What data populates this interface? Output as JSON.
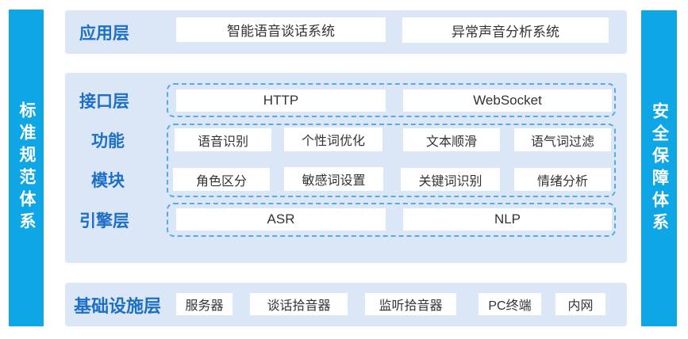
{
  "colors": {
    "bar_blue": "#0EA6E4",
    "panel_bg": "#DBE6F7",
    "label_blue": "#1D6FC6",
    "dash_border_blue": "#56ACE0",
    "box_text": "#333333"
  },
  "left_bar": {
    "label": "标准规范体系"
  },
  "right_bar": {
    "label": "安全保障体系"
  },
  "app_layer": {
    "label": "应用层",
    "boxes": [
      "智能语音谈话系统",
      "异常声音分析系统"
    ]
  },
  "middle": {
    "interface": {
      "label": "接口层",
      "boxes": [
        "HTTP",
        "WebSocket"
      ]
    },
    "function_module": {
      "label_line1": "功能",
      "label_line2": "模块",
      "row1": [
        "语音识别",
        "个性词优化",
        "文本顺滑",
        "语气词过滤"
      ],
      "row2": [
        "角色区分",
        "敏感词设置",
        "关键词识别",
        "情绪分析"
      ]
    },
    "engine": {
      "label": "引擎层",
      "boxes": [
        "ASR",
        "NLP"
      ]
    }
  },
  "infra": {
    "label": "基础设施层",
    "boxes": [
      "服务器",
      "谈话拾音器",
      "监听拾音器",
      "PC终端",
      "内网"
    ]
  }
}
